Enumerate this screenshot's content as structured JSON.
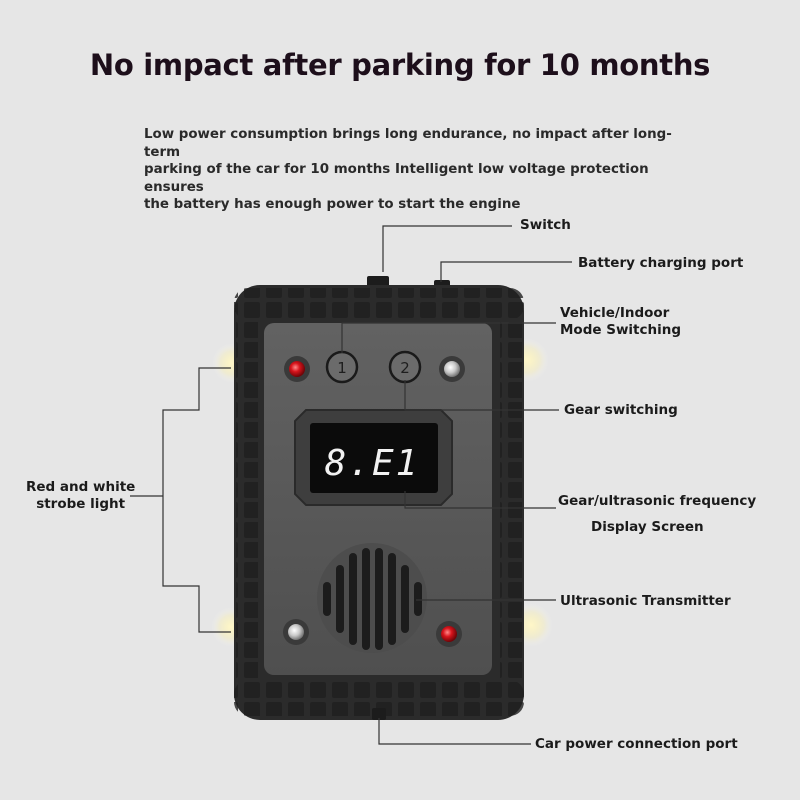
{
  "header": {
    "title": "No impact after parking for 10 months",
    "description": [
      "Low power consumption brings long endurance, no impact after long-term",
      "parking of the car for 10 months Intelligent low voltage protection ensures",
      "the battery has enough power to start the engine"
    ]
  },
  "callouts": {
    "switch": "Switch",
    "battery_port": "Battery charging port",
    "mode_switch_line1": "Vehicle/Indoor",
    "mode_switch_line2": "Mode Switching",
    "gear_switch": "Gear switching",
    "display_line1": "Gear/ultrasonic frequency",
    "display_line2": "Display Screen",
    "ultrasonic": "Ultrasonic Transmitter",
    "car_port": "Car power connection port",
    "strobe_line1": "Red and white",
    "strobe_line2": "strobe light"
  },
  "device": {
    "button_1": "1",
    "button_2": "2",
    "display_value": "8.E1"
  },
  "colors": {
    "background": "#e6e6e6",
    "shell": "#2b2b2b",
    "panel": "#5a5a5a",
    "led_red": "#d8141c",
    "led_white": "#c9c9c9",
    "display_digits": "#f2f2f2",
    "display_active": "#e8101a"
  }
}
